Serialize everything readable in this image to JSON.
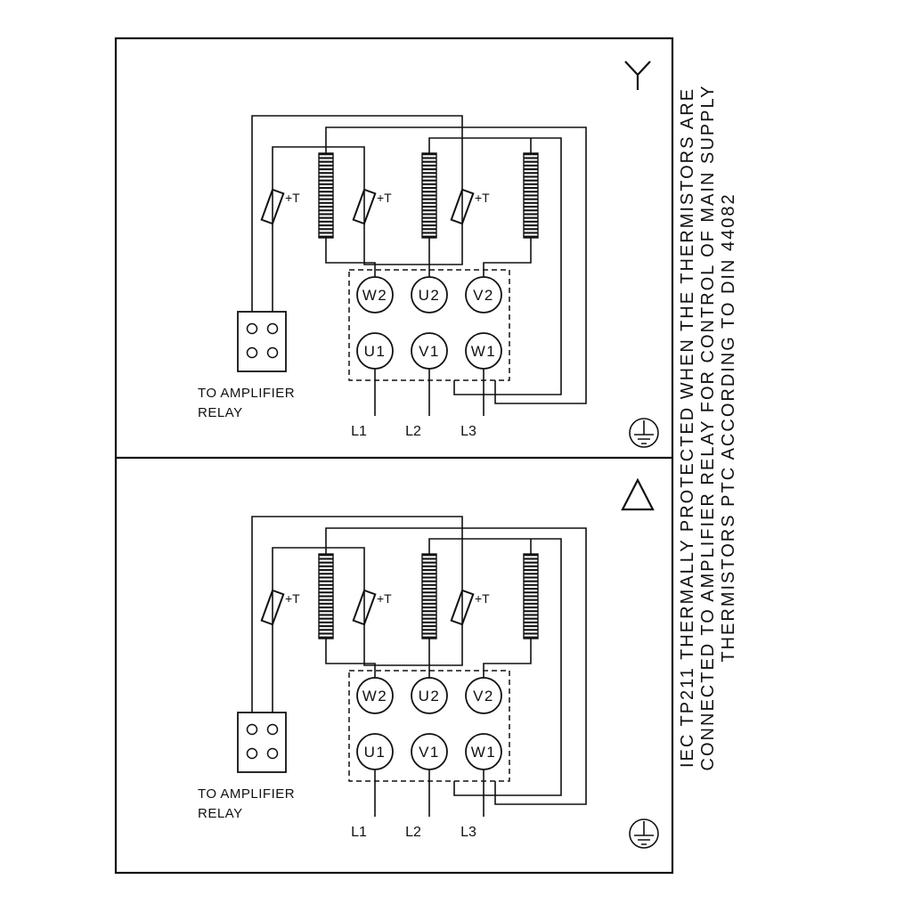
{
  "colors": {
    "ink": "#111111",
    "background": "#ffffff"
  },
  "panels": [
    {
      "name": "star-connection",
      "connection_symbol": "star",
      "thermistor_label": "+T",
      "relay_note": {
        "line1": "TO AMPLIFIER",
        "line2": "RELAY"
      },
      "terminals": {
        "top": [
          "W2",
          "U2",
          "V2"
        ],
        "bottom": [
          "U1",
          "V1",
          "W1"
        ]
      },
      "supply": [
        "L1",
        "L2",
        "L3"
      ]
    },
    {
      "name": "delta-connection",
      "connection_symbol": "delta",
      "thermistor_label": "+T",
      "relay_note": {
        "line1": "TO AMPLIFIER",
        "line2": "RELAY"
      },
      "terminals": {
        "top": [
          "W2",
          "U2",
          "V2"
        ],
        "bottom": [
          "U1",
          "V1",
          "W1"
        ]
      },
      "supply": [
        "L1",
        "L2",
        "L3"
      ]
    }
  ],
  "side_note": {
    "lines": [
      "IEC TP211 THERMALLY PROTECTED WHEN THE THERMISTORS ARE",
      "CONNECTED TO AMPLIFIER RELAY FOR CONTROL OF MAIN SUPPLY",
      "THERMISTORS PTC ACCORDING TO DIN 44082"
    ]
  }
}
